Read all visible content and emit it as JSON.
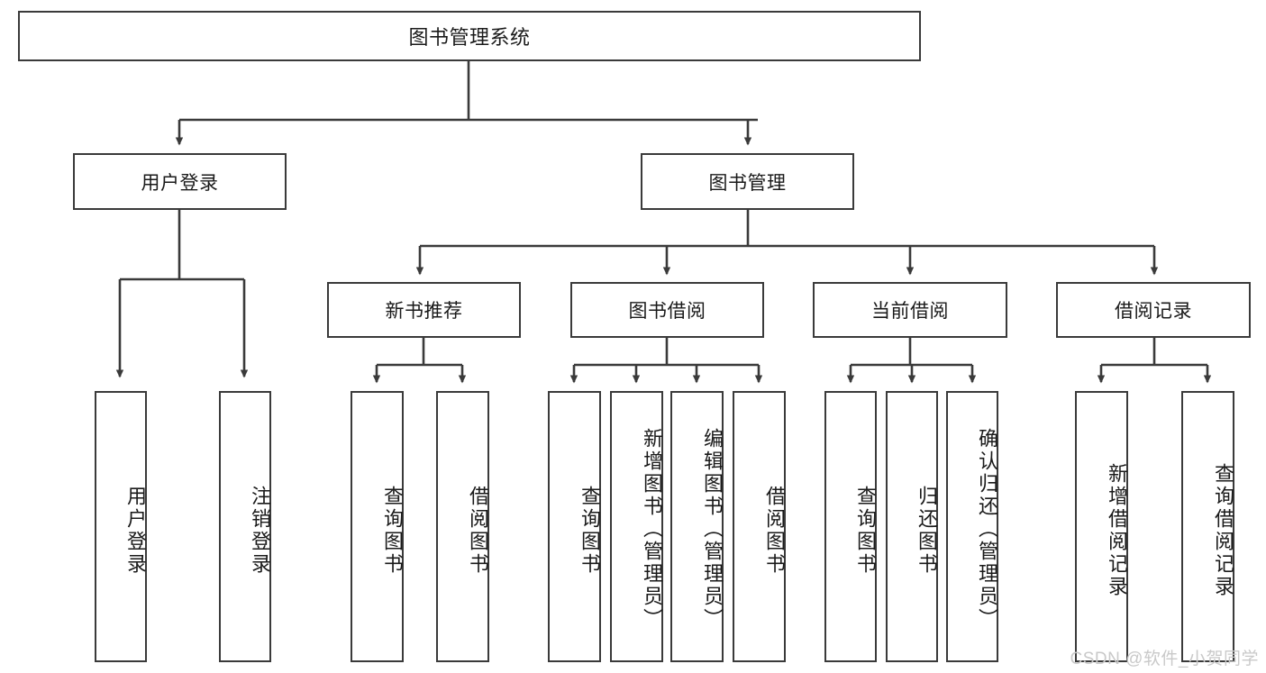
{
  "diagram": {
    "title": "图书管理系统",
    "type": "hierarchy-tree",
    "levels": 4,
    "root": {
      "id": "root",
      "label": "图书管理系统"
    },
    "level2": [
      {
        "id": "user-login",
        "label": "用户登录"
      },
      {
        "id": "book-manage",
        "label": "图书管理"
      }
    ],
    "level3": [
      {
        "id": "new-book-recommend",
        "label": "新书推荐",
        "parent": "book-manage"
      },
      {
        "id": "book-borrow",
        "label": "图书借阅",
        "parent": "book-manage"
      },
      {
        "id": "current-borrow",
        "label": "当前借阅",
        "parent": "book-manage"
      },
      {
        "id": "borrow-record",
        "label": "借阅记录",
        "parent": "book-manage"
      }
    ],
    "leaves": {
      "user-login": [
        {
          "id": "leaf-user-login",
          "label": "用户登录"
        },
        {
          "id": "leaf-user-logout",
          "label": "注销登录"
        }
      ],
      "new-book-recommend": [
        {
          "id": "leaf-query-book-1",
          "label": "查询图书"
        },
        {
          "id": "leaf-borrow-book-1",
          "label": "借阅图书"
        }
      ],
      "book-borrow": [
        {
          "id": "leaf-query-book-2",
          "label": "查询图书"
        },
        {
          "id": "leaf-add-book",
          "label": "新增图书（管理员）"
        },
        {
          "id": "leaf-edit-book",
          "label": "编辑图书（管理员）"
        },
        {
          "id": "leaf-borrow-book-2",
          "label": "借阅图书"
        }
      ],
      "current-borrow": [
        {
          "id": "leaf-query-book-3",
          "label": "查询图书"
        },
        {
          "id": "leaf-return-book",
          "label": "归还图书"
        },
        {
          "id": "leaf-confirm-return",
          "label": "确认归还（管理员）"
        }
      ],
      "borrow-record": [
        {
          "id": "leaf-add-record",
          "label": "新增借阅记录"
        },
        {
          "id": "leaf-query-record",
          "label": "查询借阅记录"
        }
      ]
    }
  },
  "watermark": {
    "text": "CSDN @软件_小贺同学"
  },
  "colors": {
    "border": "#3a3a3a",
    "background": "#ffffff",
    "text": "#1a1a1a",
    "watermark": "#c9c9c9"
  }
}
